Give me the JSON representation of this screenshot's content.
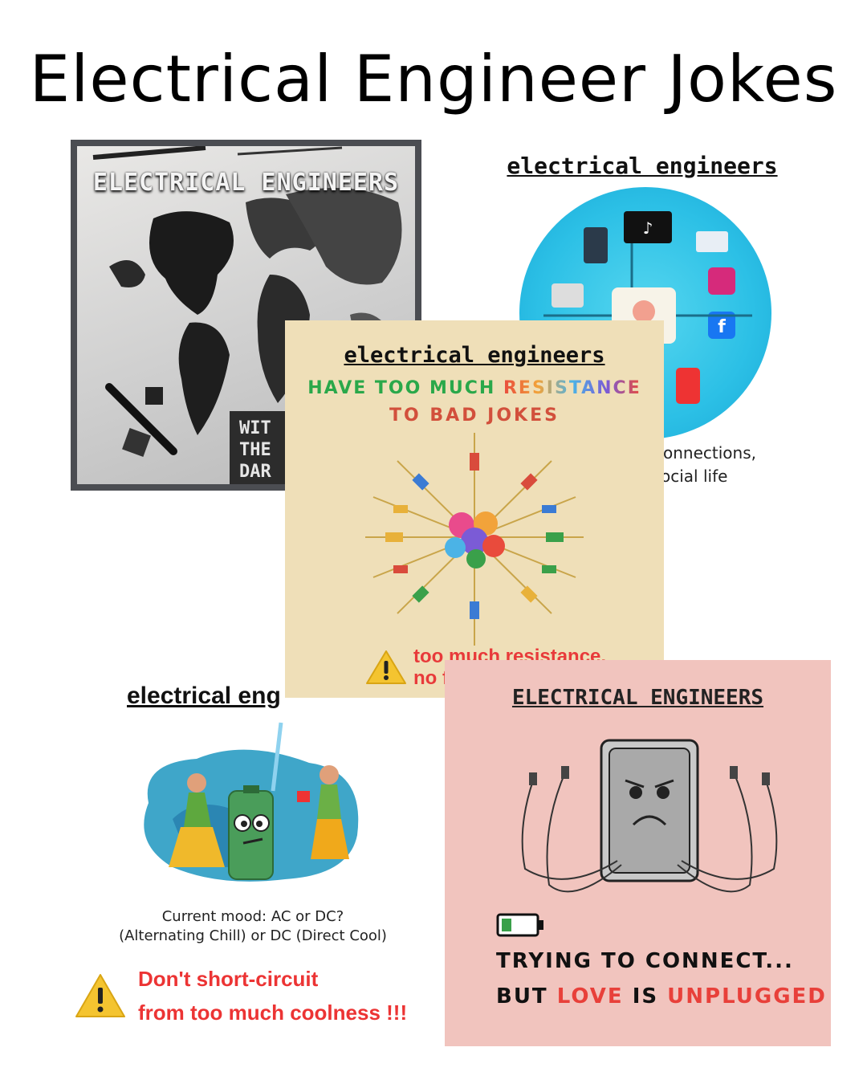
{
  "title": "Electrical Engineer Jokes",
  "card_map": {
    "heading": "ELECTRICAL ENGINEERS",
    "caption_lines": [
      "WIT",
      "THE",
      "DAR"
    ]
  },
  "card_social": {
    "heading": "electrical engineers",
    "caption_lines": [
      "connections,",
      "ocial life"
    ]
  },
  "card_center": {
    "heading": "electrical engineers",
    "line1_part1": "HAVE TOO MUCH ",
    "line1_part2": "RESISTANCE",
    "line2": "TO BAD JOKES",
    "warning_lines": [
      "too much resistance,",
      "no fertilization!"
    ]
  },
  "card_battery": {
    "heading": "electrical eng",
    "mood_lines": [
      "Current mood: AC or DC?",
      "(Alternating Chill) or DC (Direct Cool)"
    ],
    "warning_lines": [
      "Don't short-circuit",
      "from too much coolness !!!"
    ]
  },
  "card_pink": {
    "heading": "ELECTRICAL ENGINEERS",
    "line1": "TRYING TO CONNECT...",
    "line2_a": "BUT ",
    "line2_b": "LOVE",
    "line2_c": " IS ",
    "line2_d": "UNPLUGGED"
  },
  "colors": {
    "center_bg": "#efdfb8",
    "pink_bg": "#f1c4be",
    "warning_red": "#e83a3a",
    "social_blue": "#2cc0e6"
  }
}
